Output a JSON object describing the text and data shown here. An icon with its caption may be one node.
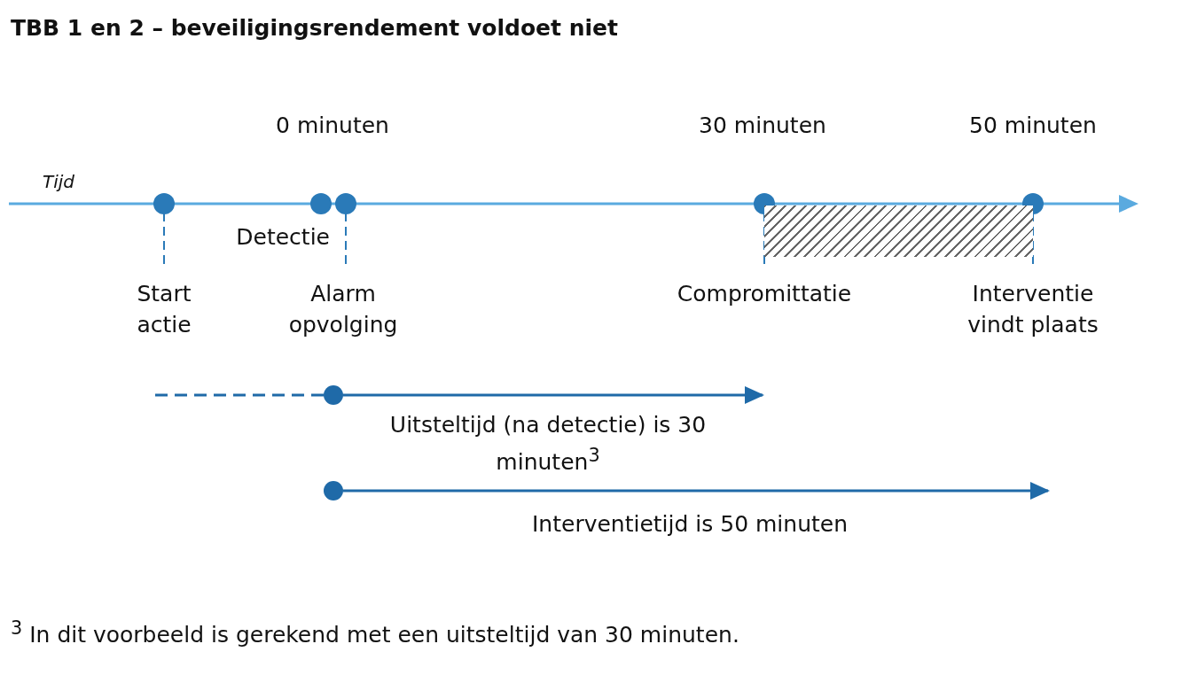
{
  "diagram": {
    "title": "TBB 1 en 2 – beveiligingsrendement voldoet niet",
    "nodes": [
      {
        "text": [
          "Start actie"
        ]
      },
      {
        "text": [
          "Detectie"
        ]
      },
      {
        "text": [
          "Alarm opvolging"
        ]
      },
      {
        "text": [
          "Compromittatie"
        ]
      },
      {
        "text": [
          "Interventie vindt plaats"
        ]
      },
      {
        "text": [],
        "shape": "circle"
      },
      {
        "text": [],
        "shape": "circle"
      },
      {
        "text": [],
        "shape": "bar"
      }
    ],
    "edges": [
      {
        "from": null,
        "to": 5,
        "arrow": "none",
        "style": "dashed"
      },
      {
        "from": 5,
        "to": null,
        "arrow": "to",
        "label": "Uitsteltijd (na detectie) is 30 minuten$^{3}$"
      },
      {
        "from": 6,
        "to": null,
        "arrow": "to",
        "label": "Interventietijd is 50 minuten"
      }
    ],
    "labels": [
      "0 minuten",
      "30 minuten",
      "50 minuten",
      "Tijd",
      "$^{3}$ In dit voorbeeld is gerekend met een uitsteltijd van 30 minuten."
    ]
  }
}
